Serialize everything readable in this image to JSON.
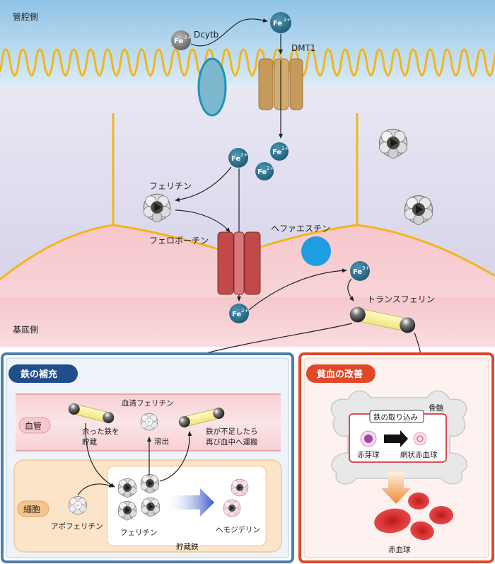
{
  "regions": {
    "lumen_side": "管腔側",
    "basal_side": "基底側"
  },
  "ions": {
    "fe3": "Fe",
    "fe3_charge": "3+",
    "fe2": "Fe",
    "fe2_charge": "2+"
  },
  "proteins": {
    "dcytb": "Dcytb",
    "dmt1": "DMT1",
    "ferritin": "フェリチン",
    "ferroportin": "フェロポーチン",
    "hephaestin": "ヘファエスチン",
    "transferrin": "トランスフェリン"
  },
  "panel_left": {
    "title": "鉄の補充",
    "vessel_label": "血管",
    "cell_label": "細胞",
    "serum_ferritin": "血清フェリチン",
    "surplus_line1": "余った鉄を",
    "surplus_line2": "貯蔵",
    "elution": "溶出",
    "deficit_line1": "鉄が不足したら",
    "deficit_line2": "再び血中へ運搬",
    "apoferritin": "アポフェリチン",
    "ferritin": "フェリチン",
    "storage_iron": "貯蔵鉄",
    "hemosiderin": "ヘモジデリン"
  },
  "panel_right": {
    "title": "貧血の改善",
    "bone_marrow": "骨髄",
    "iron_uptake": "鉄の取り込み",
    "erythroblast": "赤芽球",
    "reticulocyte": "網状赤血球",
    "rbc": "赤血球"
  },
  "colors": {
    "lumen": "#bcdcef",
    "cell": "#dcdaee",
    "basal": "#f3b8bf",
    "membrane": "#f2b51c",
    "panel_left_border": "#4a7fae",
    "panel_right_border": "#e04828",
    "ion": "#2f6f8c",
    "hephaestin": "#1e9ee0",
    "ferroportin": "#c0494a",
    "dmt1": "#c69a5a"
  }
}
